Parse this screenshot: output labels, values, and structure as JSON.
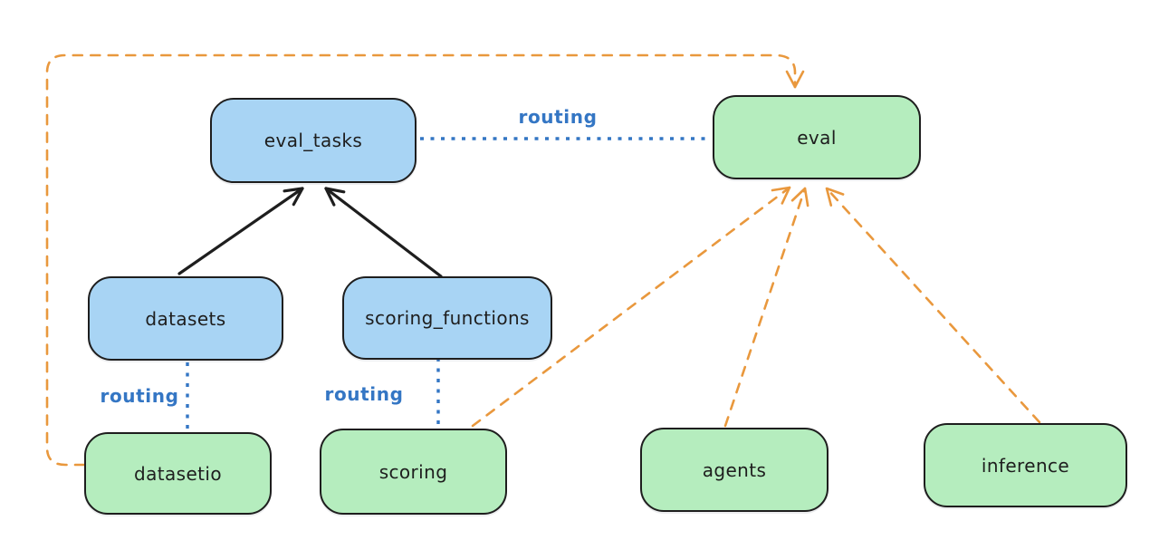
{
  "diagram_type": "architecture-routing-diagram",
  "background": "#ffffff",
  "colors": {
    "node_border": "#1e1e1e",
    "api_node_fill_blue": "#a8d4f4",
    "provider_node_fill_green": "#b5edbe",
    "routing_line_blue": "#3476c4",
    "dashed_arrow_orange": "#e9983d",
    "solid_arrow_black": "#1e1e1e"
  },
  "nodes": {
    "eval_tasks": {
      "label": "eval_tasks",
      "fill": "blue"
    },
    "eval": {
      "label": "eval",
      "fill": "green"
    },
    "datasets": {
      "label": "datasets",
      "fill": "blue"
    },
    "scoring_functions": {
      "label": "scoring_functions",
      "fill": "blue"
    },
    "datasetio": {
      "label": "datasetio",
      "fill": "green"
    },
    "scoring": {
      "label": "scoring",
      "fill": "green"
    },
    "agents": {
      "label": "agents",
      "fill": "green"
    },
    "inference": {
      "label": "inference",
      "fill": "green"
    }
  },
  "edge_labels": {
    "routing_top": "routing",
    "routing_datasets": "routing",
    "routing_scoring": "routing"
  },
  "edges": [
    {
      "from": "datasets",
      "to": "eval_tasks",
      "style": "solid-arrow",
      "color": "black"
    },
    {
      "from": "scoring_functions",
      "to": "eval_tasks",
      "style": "solid-arrow",
      "color": "black"
    },
    {
      "from": "eval_tasks",
      "to": "eval",
      "style": "dotted-line",
      "color": "blue",
      "label": "routing"
    },
    {
      "from": "datasets",
      "to": "datasetio",
      "style": "dotted-line",
      "color": "blue",
      "label": "routing"
    },
    {
      "from": "scoring_functions",
      "to": "scoring",
      "style": "dotted-line",
      "color": "blue",
      "label": "routing"
    },
    {
      "from": "datasetio",
      "to": "eval",
      "style": "dashed-arrow",
      "color": "orange",
      "path": "left-up-over-top"
    },
    {
      "from": "scoring",
      "to": "eval",
      "style": "dashed-arrow",
      "color": "orange"
    },
    {
      "from": "agents",
      "to": "eval",
      "style": "dashed-arrow",
      "color": "orange"
    },
    {
      "from": "inference",
      "to": "eval",
      "style": "dashed-arrow",
      "color": "orange"
    }
  ]
}
